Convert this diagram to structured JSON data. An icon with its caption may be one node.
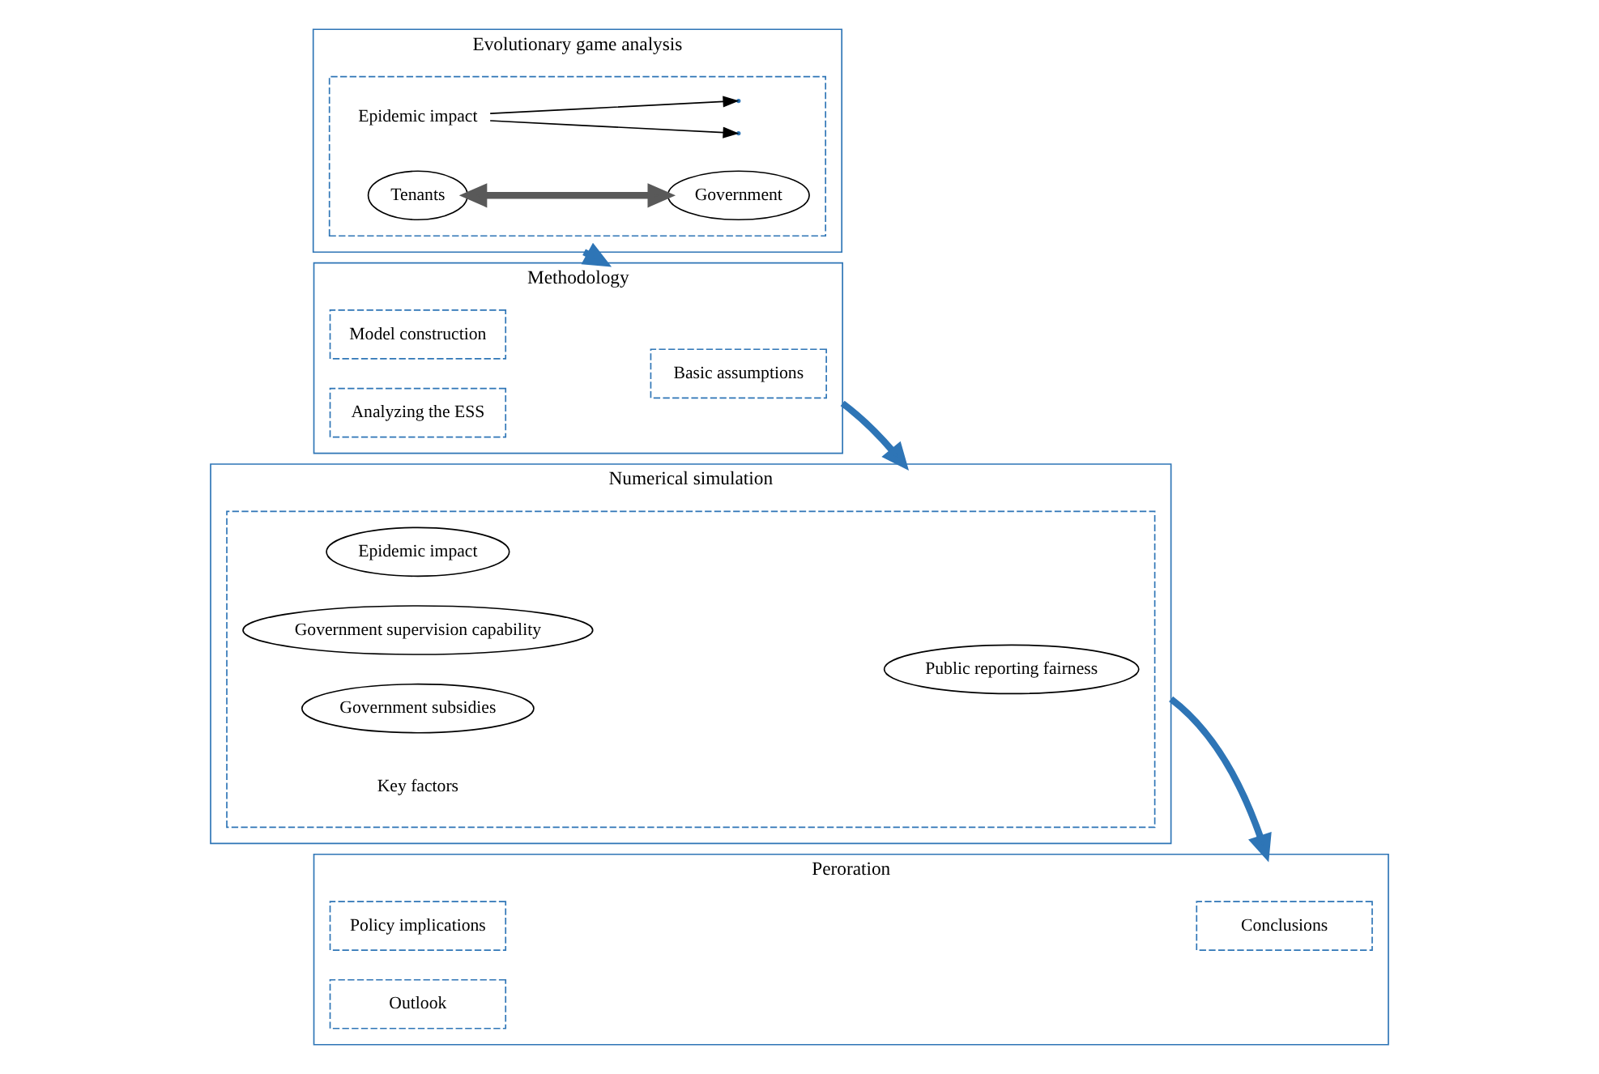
{
  "diagram": {
    "nodes": [
      {
        "text": [
          "Evolutionary game analysis"
        ]
      },
      {
        "text": [],
        "shape": "box",
        "in": 0
      },
      {
        "text": [
          "Tenants"
        ],
        "in": 1
      },
      {
        "text": [
          "Government"
        ],
        "in": 1
      },
      {
        "text": [
          "Epidemic impact"
        ],
        "in": 1
      },
      {
        "text": [
          "Methodology"
        ]
      },
      {
        "text": [
          "Basic assumptions"
        ],
        "in": 5
      },
      {
        "text": [
          "Model construction"
        ],
        "in": 5
      },
      {
        "text": [
          "Analyzing the ESS"
        ],
        "in": 5
      },
      {
        "text": [
          "Numerical simulation"
        ]
      },
      {
        "text": [],
        "shape": "box",
        "in": 9
      },
      {
        "text": [
          "Public reporting fairness"
        ],
        "in": 10
      },
      {
        "text": [
          "Epidemic impact"
        ],
        "in": 10
      },
      {
        "text": [
          "Government supervision capability"
        ],
        "in": 10
      },
      {
        "text": [
          "Government subsidies"
        ],
        "in": 10
      },
      {
        "text": [
          "Peroration"
        ]
      },
      {
        "text": [
          "Conclusions"
        ],
        "in": 15
      },
      {
        "text": [
          "Policy implications"
        ],
        "in": 15
      },
      {
        "text": [
          "Outlook"
        ],
        "in": 15
      }
    ],
    "edges": [
      {
        "from": 2,
        "to": 3,
        "arrow": "both",
        "color": "#595959"
      },
      {
        "from": 4,
        "to": null,
        "arrow": "to",
        "color": "#000000"
      },
      {
        "from": 4,
        "to": null,
        "arrow": "to",
        "color": "#000000"
      },
      {
        "from": 0,
        "to": 5,
        "arrow": "to"
      },
      {
        "from": 5,
        "to": 9,
        "arrow": "to"
      },
      {
        "from": 9,
        "to": 15,
        "arrow": "to"
      }
    ],
    "labels": [
      "Key factors"
    ]
  }
}
